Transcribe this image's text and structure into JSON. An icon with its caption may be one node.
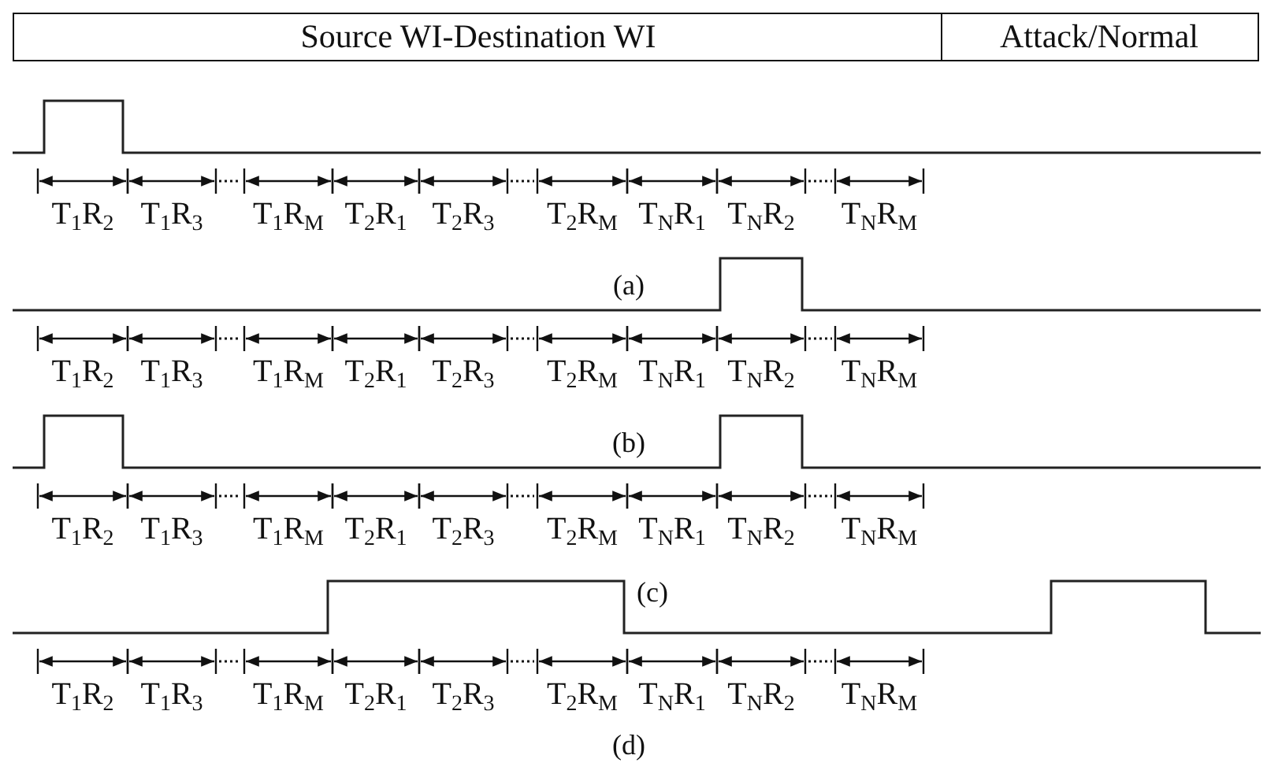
{
  "diagram": {
    "nodes": [
      {
        "text": [
          "Source WI-Destination WI"
        ]
      },
      {
        "text": [
          "Attack/Normal"
        ]
      }
    ],
    "labels": [
      "T$_{1}$R$_{2}$",
      "T$_{1}$R$_{3}$",
      "T$_{1}$R$_{M}$",
      "T$_{2}$R$_{1}$",
      "T$_{2}$R$_{3}$",
      "T$_{2}$R$_{M}$",
      "T$_{N}$R$_{1}$",
      "T$_{N}$R$_{2}$",
      "T$_{N}$R$_{M}$",
      "(a)",
      "T$_{1}$R$_{2}$",
      "T$_{1}$R$_{3}$",
      "T$_{1}$R$_{M}$",
      "T$_{2}$R$_{1}$",
      "T$_{2}$R$_{3}$",
      "T$_{2}$R$_{M}$",
      "T$_{N}$R$_{1}$",
      "T$_{N}$R$_{2}$",
      "T$_{N}$R$_{M}$",
      "(b)",
      "T$_{1}$R$_{2}$",
      "T$_{1}$R$_{3}$",
      "T$_{1}$R$_{M}$",
      "T$_{2}$R$_{1}$",
      "T$_{2}$R$_{3}$",
      "T$_{2}$R$_{M}$",
      "T$_{N}$R$_{1}$",
      "T$_{N}$R$_{2}$",
      "T$_{N}$R$_{M}$",
      "(c)",
      "T$_{1}$R$_{2}$",
      "T$_{1}$R$_{3}$",
      "T$_{1}$R$_{M}$",
      "T$_{2}$R$_{1}$",
      "T$_{2}$R$_{3}$",
      "T$_{2}$R$_{M}$",
      "T$_{N}$R$_{1}$",
      "T$_{N}$R$_{2}$",
      "T$_{N}$R$_{M}$",
      "(d)"
    ]
  }
}
